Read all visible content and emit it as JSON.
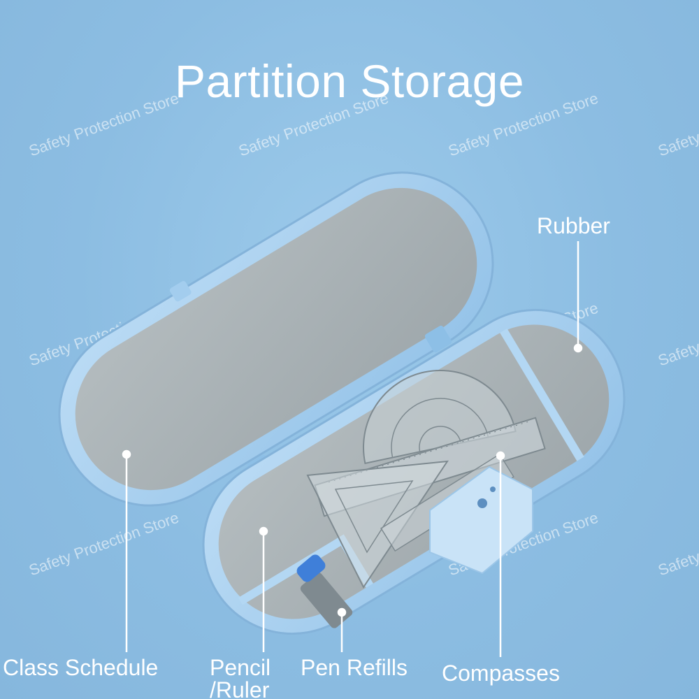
{
  "title": "Partition Storage",
  "watermark": "Safety Protection Store",
  "labels": {
    "rubber": "Rubber",
    "class_schedule": "Class Schedule",
    "pencil_ruler_line1": "Pencil",
    "pencil_ruler_line2": "/Ruler",
    "pen_refills": "Pen Refills",
    "compasses": "Compasses"
  },
  "colors": {
    "background": "#8dbde2",
    "case_shell": "#a9d1f1",
    "felt_lining": "#a8b0b3",
    "text": "#ffffff"
  }
}
